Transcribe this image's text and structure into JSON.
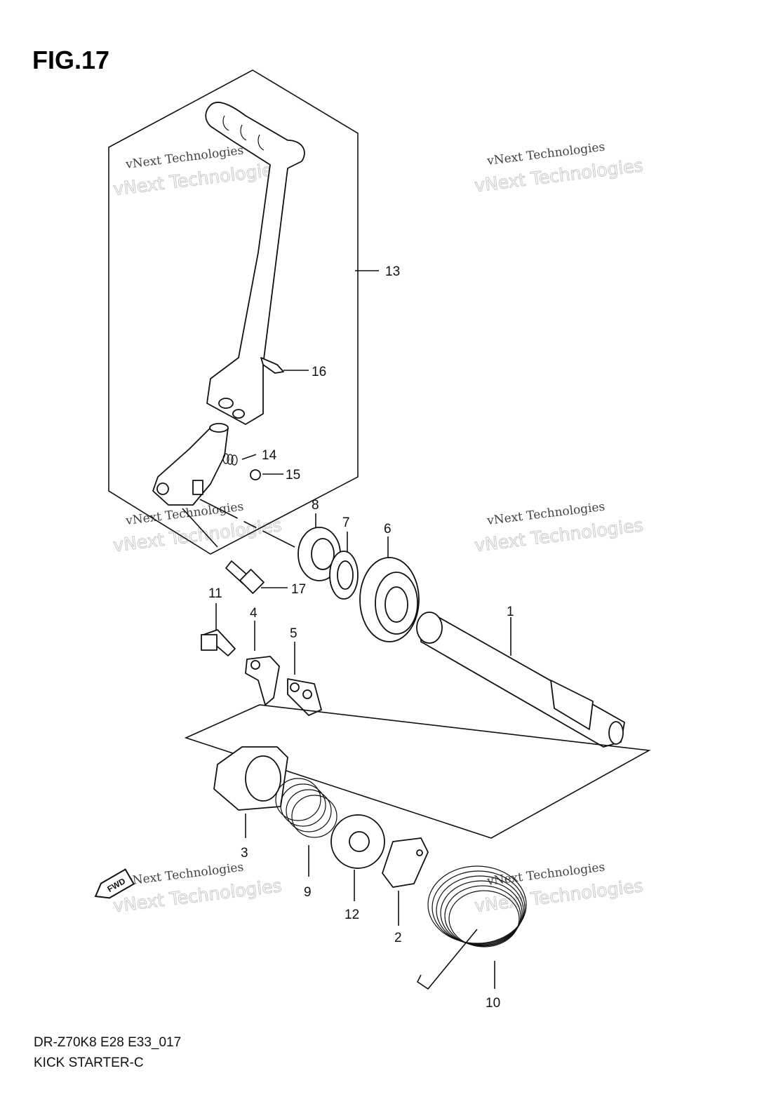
{
  "figure_title": "FIG.17",
  "watermark": {
    "line1": "vNext Technologies",
    "line2": "vNext Technologies"
  },
  "fwd_badge": "FWD",
  "callouts": [
    {
      "id": "1",
      "label": "1"
    },
    {
      "id": "2",
      "label": "2"
    },
    {
      "id": "3",
      "label": "3"
    },
    {
      "id": "4",
      "label": "4"
    },
    {
      "id": "5",
      "label": "5"
    },
    {
      "id": "6",
      "label": "6"
    },
    {
      "id": "7",
      "label": "7"
    },
    {
      "id": "8",
      "label": "8"
    },
    {
      "id": "9",
      "label": "9"
    },
    {
      "id": "10",
      "label": "10"
    },
    {
      "id": "11",
      "label": "11"
    },
    {
      "id": "12",
      "label": "12"
    },
    {
      "id": "13",
      "label": "13"
    },
    {
      "id": "14",
      "label": "14"
    },
    {
      "id": "15",
      "label": "15"
    },
    {
      "id": "16",
      "label": "16"
    },
    {
      "id": "17",
      "label": "17"
    }
  ],
  "footer": {
    "code": "DR-Z70K8 E28 E33_017",
    "title": "KICK STARTER-C"
  }
}
